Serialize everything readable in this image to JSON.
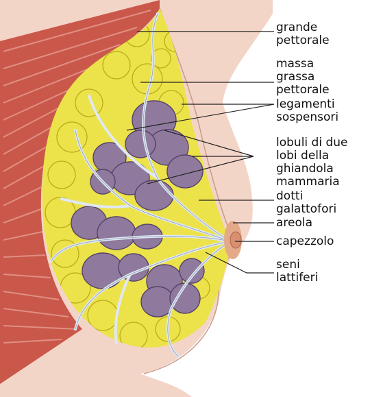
{
  "labels": [
    {
      "id": "pectoralis",
      "lines": [
        "grande",
        "pettorale"
      ]
    },
    {
      "id": "fat",
      "lines": [
        "massa",
        "grassa",
        "pettorale"
      ]
    },
    {
      "id": "ligaments",
      "lines": [
        "legamenti",
        "sospensori"
      ]
    },
    {
      "id": "lobules",
      "lines": [
        "lobuli di due",
        "lobi della",
        "ghiandola",
        "mammaria"
      ]
    },
    {
      "id": "ducts",
      "lines": [
        "dotti",
        "galattofori"
      ]
    },
    {
      "id": "areola",
      "lines": [
        "areola"
      ]
    },
    {
      "id": "nipple",
      "lines": [
        "capezzolo"
      ]
    },
    {
      "id": "sinuses",
      "lines": [
        "seni",
        "lattiferi"
      ]
    }
  ],
  "colors": {
    "skin": "#f3d5c8",
    "skin_edge": "#c89a88",
    "muscle": "#c9584b",
    "muscle_stripe": "#e8a296",
    "fat": "#ece24a",
    "fat_edge": "#b9ad1a",
    "lobule": "#8f7a9e",
    "lobule_edge": "#54426a",
    "duct": "#dfe8f3",
    "areola": "#e3a989",
    "leader": "#222222"
  }
}
